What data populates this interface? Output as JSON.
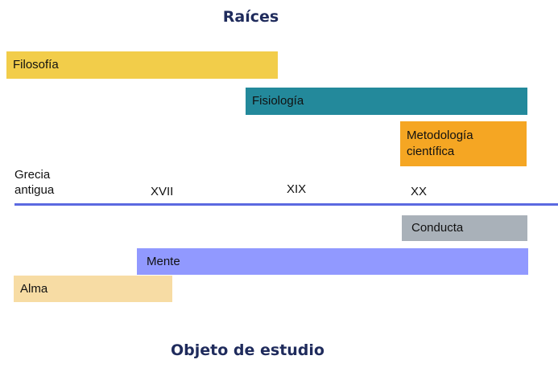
{
  "titles": {
    "top": "Raíces",
    "bottom": "Objeto de estudio"
  },
  "timeline": {
    "eras": [
      "Grecia antigua",
      "XVII",
      "XIX",
      "XX"
    ],
    "color": "#5b69e0"
  },
  "roots": [
    {
      "label": "Filosofía",
      "color": "#f2cd4a"
    },
    {
      "label": "Fisiología",
      "color": "#23899b"
    },
    {
      "label": "Metodología científica",
      "color": "#f5a623"
    }
  ],
  "objects": [
    {
      "label": "Conducta",
      "color": "#a9b1b9"
    },
    {
      "label": "Mente",
      "color": "#9199ff"
    },
    {
      "label": "Alma",
      "color": "#f7dca4"
    }
  ]
}
